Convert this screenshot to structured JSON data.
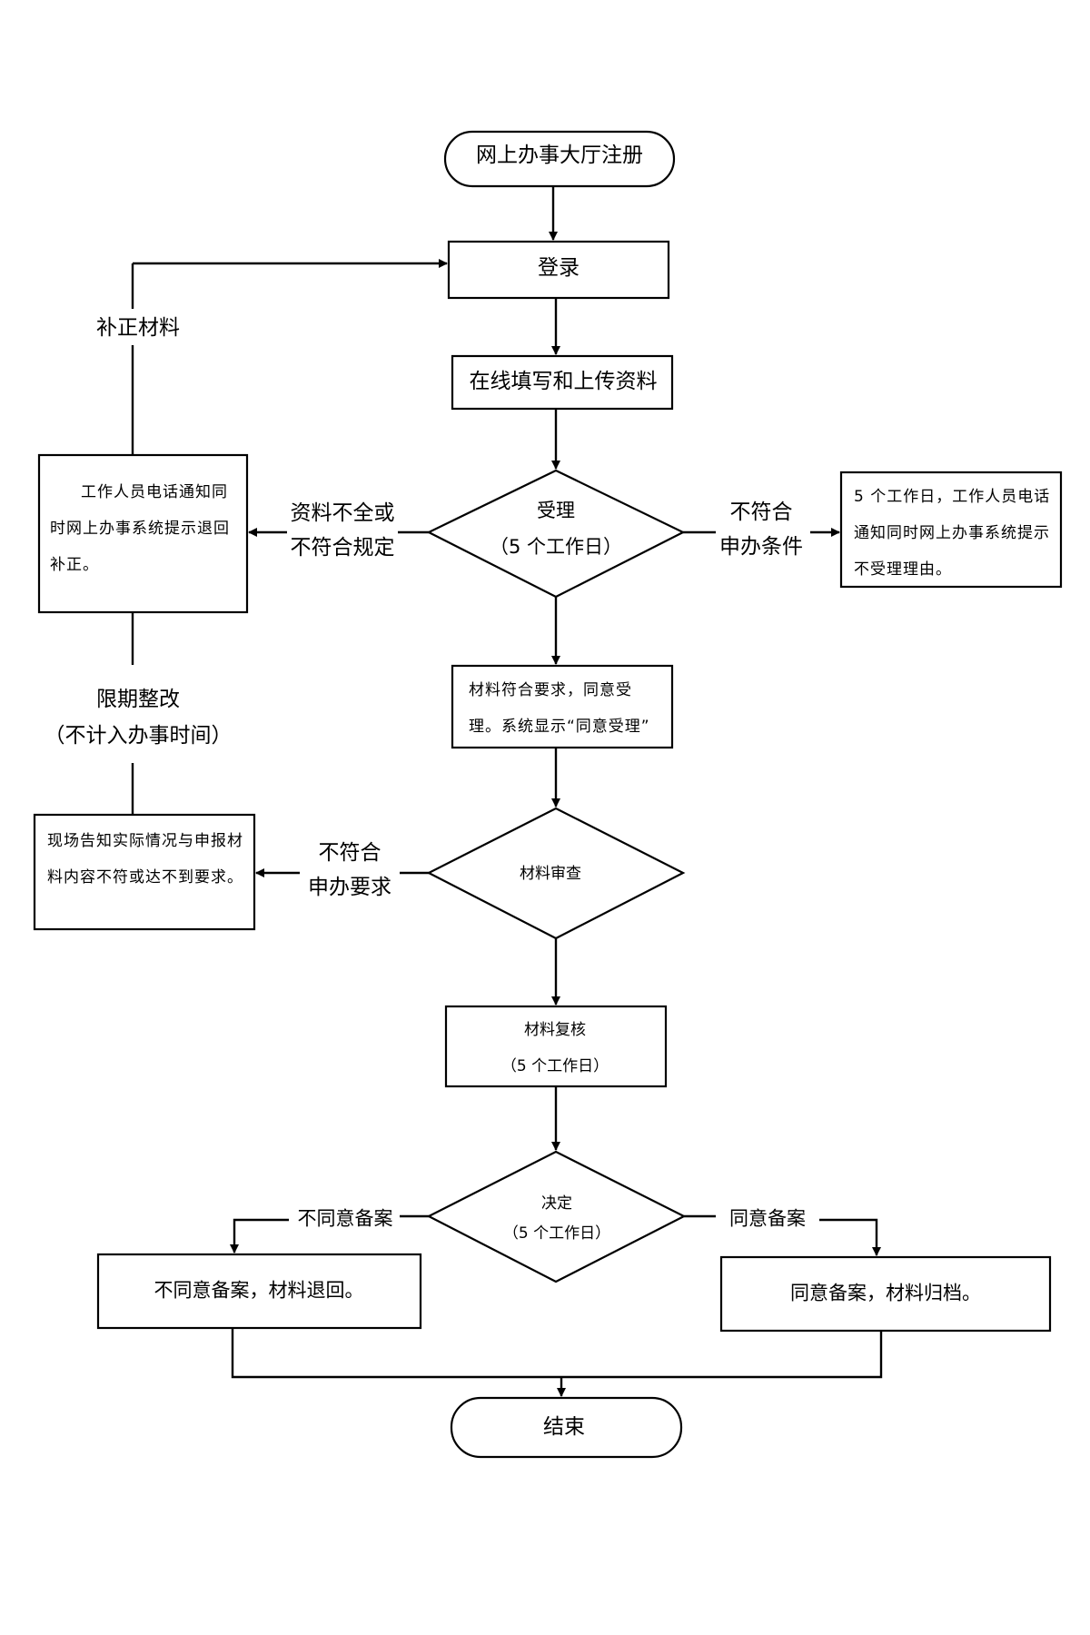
{
  "nodes": {
    "start": "网上办事大厅注册",
    "login": "登录",
    "fill_upload": "在线填写和上传资料",
    "accept": {
      "line1": "受理",
      "line2": "（5 个工作日）"
    },
    "accept_ok": "材料符合要求，同意受理。系统显示“同意受理”",
    "review": "材料审查",
    "recheck": {
      "line1": "材料复核",
      "line2": "（5 个工作日）"
    },
    "decide": {
      "line1": "决定",
      "line2": "（5 个工作日）"
    },
    "reject_record": "不同意备案，材料退回。",
    "approve_record": "同意备案，材料归档。",
    "end": "结束",
    "return_notice": "工作人员电话通知同时网上办事系统提示退回补正。",
    "reject_notice": "5 个工作日，工作人员电话通知同时网上办事系统提示不受理理由。",
    "onsite_notice": "现场告知实际情况与申报材料内容不符或达不到要求。"
  },
  "labels": {
    "supplement": "补正材料",
    "incomplete": {
      "line1": "资料不全或",
      "line2": "不符合规定"
    },
    "not_eligible": {
      "line1": "不符合",
      "line2": "申办条件"
    },
    "deadline": {
      "line1": "限期整改",
      "line2": "（不计入办事时间）"
    },
    "not_meet": {
      "line1": "不符合",
      "line2": "申办要求"
    },
    "disagree": "不同意备案",
    "agree": "同意备案"
  }
}
